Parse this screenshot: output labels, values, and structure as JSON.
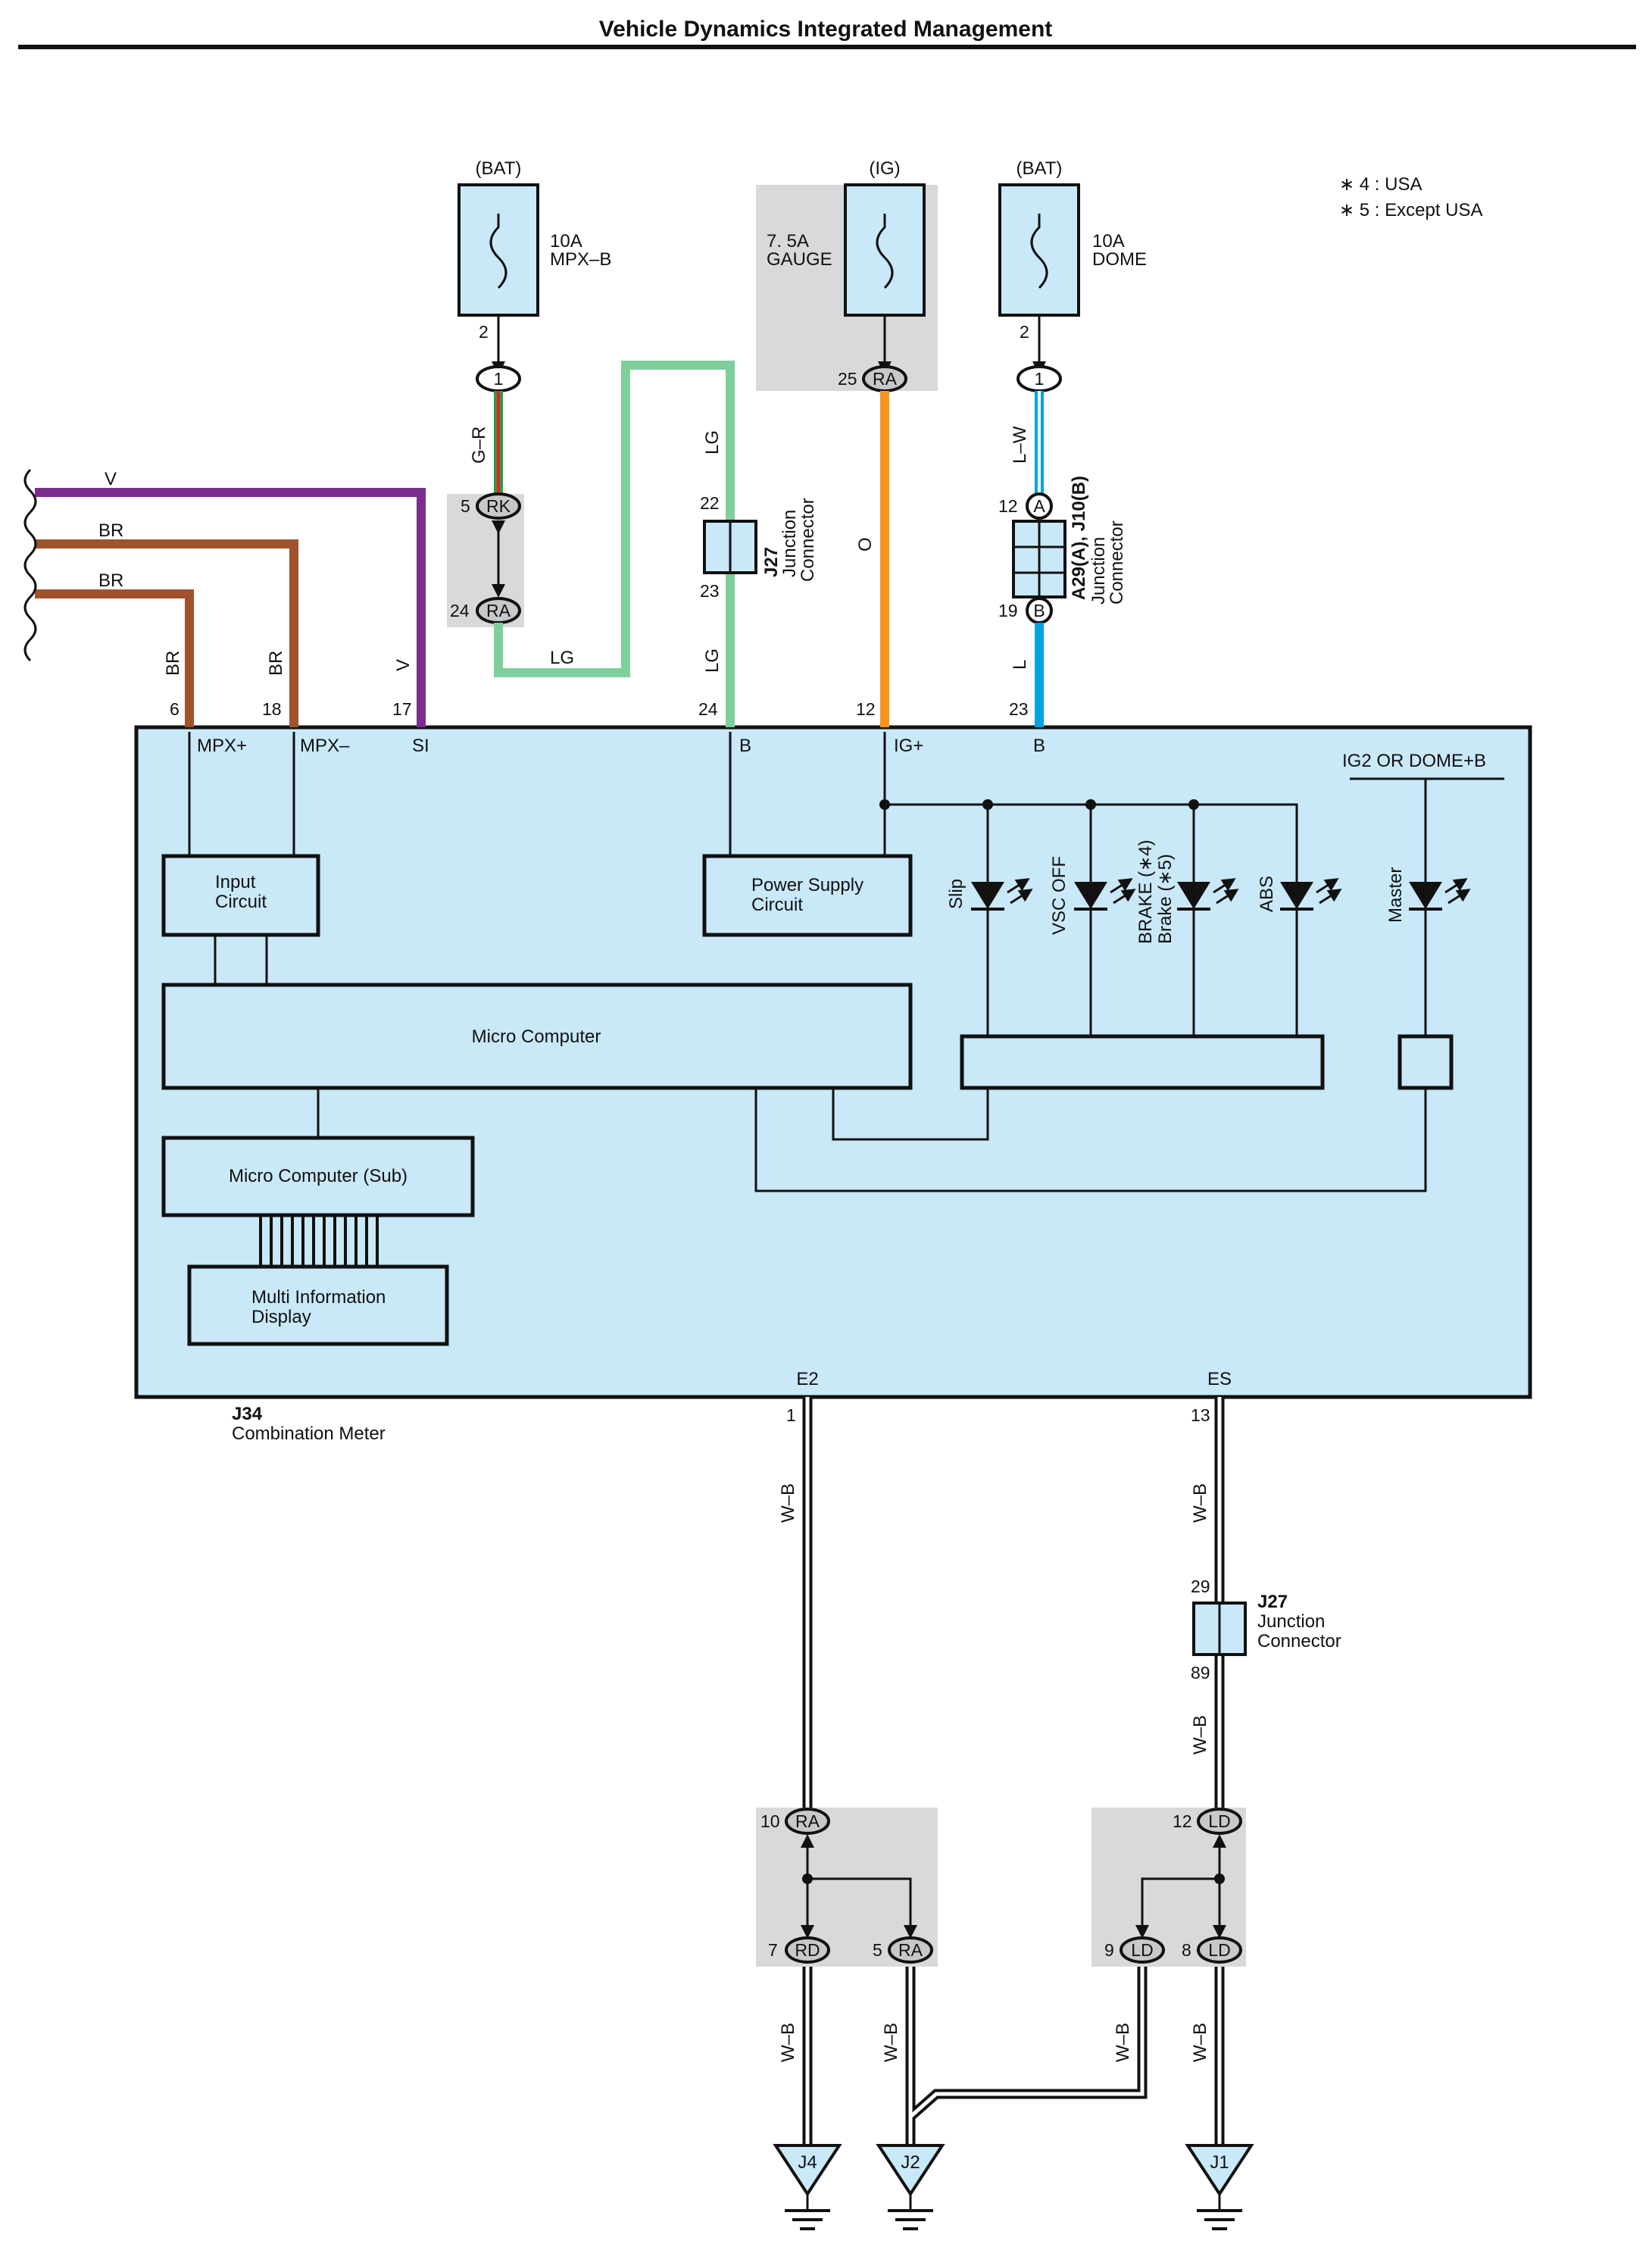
{
  "title": "Vehicle Dynamics Integrated Management",
  "notes": [
    "∗ 4 : USA",
    "∗ 5 : Except USA"
  ],
  "fuses": {
    "mpxb": {
      "source": "(BAT)",
      "rating": "10A",
      "name": "MPX–B"
    },
    "gauge": {
      "source": "(IG)",
      "rating": "7. 5A",
      "name": "GAUGE"
    },
    "dome": {
      "source": "(BAT)",
      "rating": "10A",
      "name": "DOME"
    }
  },
  "wire_colors": {
    "V": "#7b2d8e",
    "BR": "#a0522d",
    "LG": "#7fcf9c",
    "O": "#f7941d",
    "L": "#00a3e0",
    "G": "#2e9b45",
    "R": "#e4212b",
    "W": "#ffffff",
    "B": "#111111",
    "body": "#c9e8f8",
    "gray": "#d9d9db"
  },
  "left_wires": {
    "v": "V",
    "br1": "BR",
    "br2": "BR"
  },
  "connectors": {
    "c1a": "1",
    "c1b": "1",
    "rk": "RK",
    "ra24": "RA",
    "ra25": "RA",
    "a12": "A",
    "b19": "B",
    "ra10": "RA",
    "rd7": "RD",
    "ra5": "RA",
    "ld12": "LD",
    "ld9": "LD",
    "ld8": "LD"
  },
  "pins": {
    "p2a": "2",
    "p2b": "2",
    "p5": "5",
    "p24": "24",
    "p22": "22",
    "p23": "23",
    "p25": "25",
    "p12a": "12",
    "p19": "19",
    "m6": "6",
    "m18": "18",
    "m17": "17",
    "m24": "24",
    "m12": "12",
    "m23": "23",
    "e1": "1",
    "e13": "13",
    "j29": "29",
    "j89": "89",
    "g10": "10",
    "g7": "7",
    "g5": "5",
    "g12": "12",
    "g9": "9",
    "g8": "8"
  },
  "wire_labels": {
    "gr": "G–R",
    "lg1": "LG",
    "lg2": "LG",
    "lg3": "LG",
    "o": "O",
    "lw": "L–W",
    "l": "L",
    "br6": "BR",
    "br18": "BR",
    "v17": "V",
    "wb1": "W–B",
    "wb2": "W–B",
    "wb3": "W–B",
    "wb4": "W–B",
    "wb5": "W–B",
    "wb6": "W–B",
    "wb7": "W–B"
  },
  "junction_j27_top": {
    "id": "J27",
    "line1": "Junction",
    "line2": "Connector"
  },
  "junction_a29": {
    "id": "A29(A), J10(B)",
    "line1": "Junction",
    "line2": "Connector"
  },
  "junction_j27_bottom": {
    "id": "J27",
    "line1": "Junction",
    "line2": "Connector"
  },
  "meter": {
    "id": "J34",
    "name": "Combination Meter",
    "terminals": {
      "mpxp": "MPX+",
      "mpxm": "MPX–",
      "si": "SI",
      "b1": "B",
      "ig": "IG+",
      "b2": "B",
      "e2": "E2",
      "es": "ES",
      "ig2": "IG2 OR DOME+B"
    },
    "input_circuit": [
      "Input",
      "Circuit"
    ],
    "power_supply": [
      "Power Supply",
      "Circuit"
    ],
    "micro": "Micro Computer",
    "micro_sub": "Micro Computer (Sub)",
    "mid": [
      "Multi Information",
      "Display"
    ],
    "leds": {
      "slip": "Slip",
      "vsc": "VSC OFF",
      "brake1": "BRAKE (∗4)",
      "brake2": "Brake (∗5)",
      "abs": "ABS",
      "master": "Master"
    }
  },
  "grounds": {
    "j4": "J4",
    "j2": "J2",
    "j1": "J1"
  }
}
